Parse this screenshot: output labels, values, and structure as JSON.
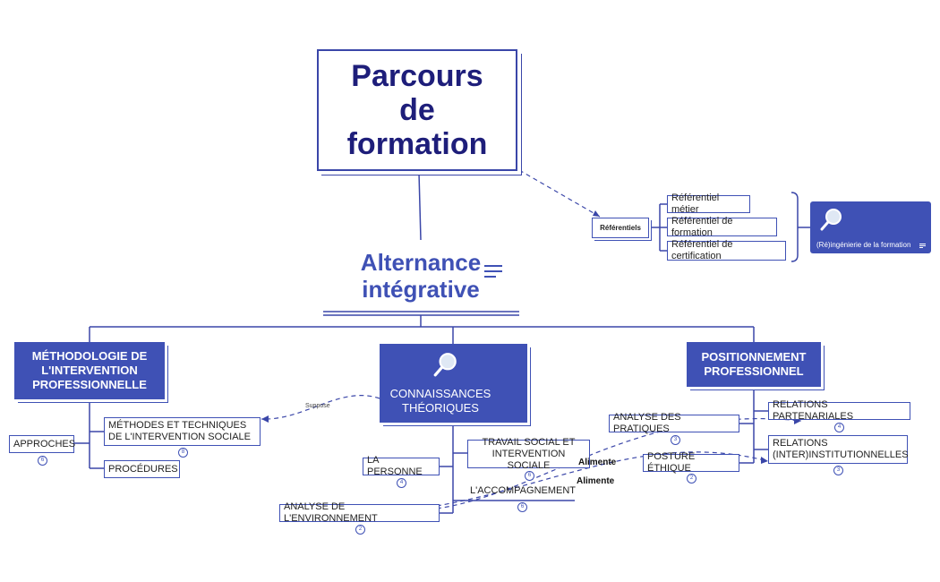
{
  "title": "Parcours de formation",
  "central": {
    "line1": "Alternance",
    "line2": "intégrative"
  },
  "referentiels": {
    "label": "Référentiels",
    "items": [
      "Référentiel métier",
      "Référentiel de formation",
      "Référentiel de certification"
    ],
    "callout": "(Ré)ingénierie de la formation"
  },
  "methodologie": {
    "label": "MÉTHODOLOGIE DE L'INTERVENTION PROFESSIONNELLE",
    "children": [
      {
        "label": "MÉTHODES ET TECHNIQUES DE L'INTERVENTION SOCIALE",
        "count": "8"
      },
      {
        "label": "PROCÉDURES"
      }
    ],
    "approches": {
      "label": "APPROCHES",
      "count": "6"
    }
  },
  "connaissances": {
    "label": "CONNAISSANCES THÉORIQUES",
    "children": [
      {
        "label": "LA PERSONNE",
        "count": "4"
      },
      {
        "label": "TRAVAIL SOCIAL ET INTERVENTION SOCIALE",
        "count": "6"
      },
      {
        "label": "L'ACCOMPAGNEMENT",
        "count": "6"
      },
      {
        "label": "ANALYSE DE L'ENVIRONNEMENT",
        "count": "2"
      }
    ]
  },
  "positionnement": {
    "label": "POSITIONNEMENT PROFESSIONNEL",
    "children": [
      {
        "label": "ANALYSE DES PRATIQUES",
        "count": "3"
      },
      {
        "label": "POSTURE ÉTHIQUE",
        "count": "2"
      },
      {
        "label": "RELATIONS PARTENARIALES",
        "count": "4"
      },
      {
        "label": "RELATIONS (INTER)INSTITUTIONNELLES",
        "count": "3"
      }
    ]
  },
  "relations": {
    "suppose": "Suppose",
    "alimente1": "Alimente",
    "alimente2": "Alimente"
  },
  "colors": {
    "primary": "#3f51b5",
    "title": "#1e1e7a",
    "line": "#3a46a8"
  },
  "icons": {
    "magnifier": "magnifier-icon",
    "notes": "notes-icon"
  }
}
